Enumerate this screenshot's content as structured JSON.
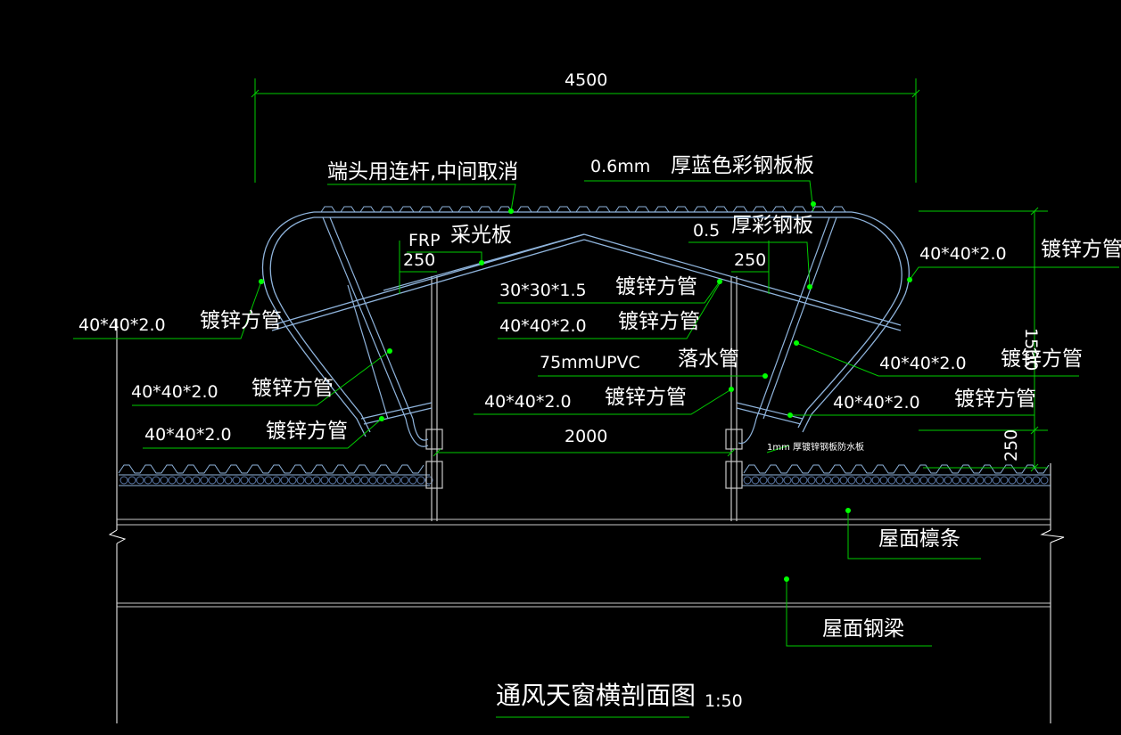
{
  "colors": {
    "background": "#000000",
    "dimension": "#00cc00",
    "leader": "#00cc00",
    "structure": "#8fb4dc",
    "structure_dark": "#5a78a8",
    "steel": "#c8c8c8",
    "text": "#ffffff",
    "node": "#00ff00"
  },
  "dimensions": {
    "overall_width": "4500",
    "opening_width": "2000",
    "height": "1500",
    "curb_height": "250",
    "left_offset": "250",
    "right_offset": "250"
  },
  "labels": {
    "end_link": "端头用连杆,中间取消",
    "roof_sheet_thickness": "0.6mm",
    "roof_sheet": "厚蓝色彩钢板板",
    "frp": "FRP",
    "skylight_panel": "采光板",
    "inner_sheet_thickness": "0.5",
    "inner_sheet": "厚彩钢板",
    "tube_30": "30*30*1.5",
    "tube_40": "40*40*2.0",
    "galvanized_tube": "镀锌方管",
    "downpipe_spec": "75mmUPVC",
    "downpipe": "落水管",
    "flashing": "1mm 厚镀锌钢板防水板",
    "purlin": "屋面檩条",
    "beam": "屋面钢梁"
  },
  "title": {
    "text": "通风天窗横剖面图",
    "scale": "1:50"
  }
}
